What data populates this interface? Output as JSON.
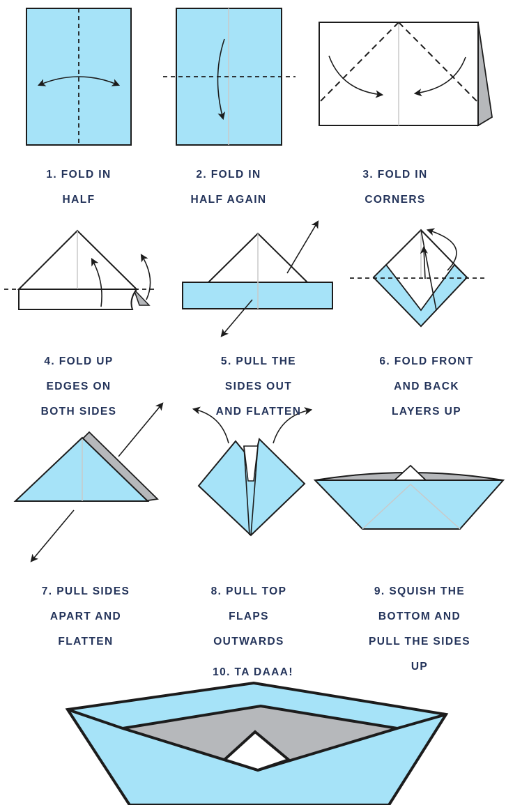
{
  "colors": {
    "paper": "#a6e3f8",
    "shadow": "#b6b8bb",
    "outline": "#1c1c1c",
    "caption": "#23335a",
    "creaseLight": "#c9c9c9"
  },
  "steps": [
    {
      "label": [
        "1. FOLD IN",
        "HALF"
      ]
    },
    {
      "label": [
        "2. FOLD IN",
        "HALF AGAIN"
      ]
    },
    {
      "label": [
        "3. FOLD IN",
        "CORNERS"
      ]
    },
    {
      "label": [
        "4. FOLD UP",
        "EDGES ON",
        "BOTH SIDES"
      ]
    },
    {
      "label": [
        "5. PULL THE",
        "SIDES OUT",
        "AND FLATTEN"
      ]
    },
    {
      "label": [
        "6. FOLD FRONT",
        "AND BACK",
        "LAYERS UP"
      ]
    },
    {
      "label": [
        "7. PULL SIDES",
        "APART AND",
        "FLATTEN"
      ]
    },
    {
      "label": [
        "8. PULL  TOP",
        "FLAPS",
        "OUTWARDS"
      ]
    },
    {
      "label": [
        "9. SQUISH THE",
        "BOTTOM AND",
        "PULL THE SIDES",
        "UP"
      ]
    },
    {
      "label": [
        "10. TA DAAA!"
      ]
    }
  ]
}
